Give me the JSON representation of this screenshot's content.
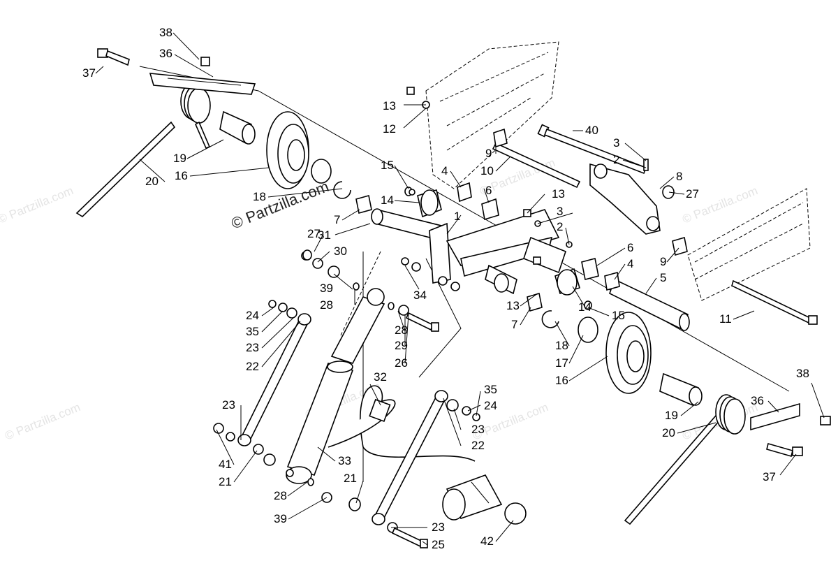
{
  "diagram": {
    "copyright": "© Partzilla.com",
    "watermark": "© Partzilla.com",
    "callouts": [
      {
        "id": "c38a",
        "label": "38"
      },
      {
        "id": "c36a",
        "label": "36"
      },
      {
        "id": "c37a",
        "label": "37"
      },
      {
        "id": "c19a",
        "label": "19"
      },
      {
        "id": "c16a",
        "label": "16"
      },
      {
        "id": "c20a",
        "label": "20"
      },
      {
        "id": "c18a",
        "label": "18"
      },
      {
        "id": "c27a",
        "label": "27"
      },
      {
        "id": "c7a",
        "label": "7"
      },
      {
        "id": "c31",
        "label": "31"
      },
      {
        "id": "c30",
        "label": "30"
      },
      {
        "id": "c39a",
        "label": "39"
      },
      {
        "id": "c28a",
        "label": "28"
      },
      {
        "id": "c24a",
        "label": "24"
      },
      {
        "id": "c35a",
        "label": "35"
      },
      {
        "id": "c23a",
        "label": "23"
      },
      {
        "id": "c22a",
        "label": "22"
      },
      {
        "id": "c23b",
        "label": "23"
      },
      {
        "id": "c41",
        "label": "41"
      },
      {
        "id": "c21a",
        "label": "21"
      },
      {
        "id": "c28b",
        "label": "28"
      },
      {
        "id": "c39b",
        "label": "39"
      },
      {
        "id": "c13a",
        "label": "13"
      },
      {
        "id": "c12",
        "label": "12"
      },
      {
        "id": "c9a",
        "label": "9"
      },
      {
        "id": "c10",
        "label": "10"
      },
      {
        "id": "c4a",
        "label": "4"
      },
      {
        "id": "c15a",
        "label": "15"
      },
      {
        "id": "c14a",
        "label": "14"
      },
      {
        "id": "c6a",
        "label": "6"
      },
      {
        "id": "c1",
        "label": "1"
      },
      {
        "id": "c13b",
        "label": "13"
      },
      {
        "id": "c3a",
        "label": "3"
      },
      {
        "id": "c2a",
        "label": "2"
      },
      {
        "id": "c40",
        "label": "40"
      },
      {
        "id": "c3b",
        "label": "3"
      },
      {
        "id": "c2b",
        "label": "2"
      },
      {
        "id": "c8",
        "label": "8"
      },
      {
        "id": "c27b",
        "label": "27"
      },
      {
        "id": "c34",
        "label": "34"
      },
      {
        "id": "c28c",
        "label": "28"
      },
      {
        "id": "c29",
        "label": "29"
      },
      {
        "id": "c26",
        "label": "26"
      },
      {
        "id": "c32",
        "label": "32"
      },
      {
        "id": "c13c",
        "label": "13"
      },
      {
        "id": "c7b",
        "label": "7"
      },
      {
        "id": "c14b",
        "label": "14"
      },
      {
        "id": "c15b",
        "label": "15"
      },
      {
        "id": "c6b",
        "label": "6"
      },
      {
        "id": "c4b",
        "label": "4"
      },
      {
        "id": "c9b",
        "label": "9"
      },
      {
        "id": "c5",
        "label": "5"
      },
      {
        "id": "c11",
        "label": "11"
      },
      {
        "id": "c18b",
        "label": "18"
      },
      {
        "id": "c17",
        "label": "17"
      },
      {
        "id": "c16b",
        "label": "16"
      },
      {
        "id": "c35b",
        "label": "35"
      },
      {
        "id": "c24b",
        "label": "24"
      },
      {
        "id": "c23c",
        "label": "23"
      },
      {
        "id": "c22b",
        "label": "22"
      },
      {
        "id": "c33",
        "label": "33"
      },
      {
        "id": "c21b",
        "label": "21"
      },
      {
        "id": "c23d",
        "label": "23"
      },
      {
        "id": "c25",
        "label": "25"
      },
      {
        "id": "c42",
        "label": "42"
      },
      {
        "id": "c19b",
        "label": "19"
      },
      {
        "id": "c20b",
        "label": "20"
      },
      {
        "id": "c36b",
        "label": "36"
      },
      {
        "id": "c38b",
        "label": "38"
      },
      {
        "id": "c37b",
        "label": "37"
      }
    ]
  }
}
